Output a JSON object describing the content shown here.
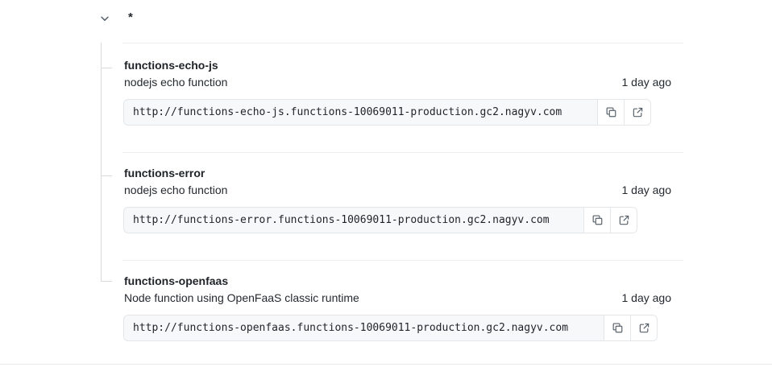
{
  "group": {
    "title": "*",
    "chevron_icon": "chevron-down-icon",
    "expanded": true
  },
  "colors": {
    "text": "#1f2328",
    "muted": "#24292f",
    "field_bg": "#f6f8fa",
    "border": "#e4e7ea",
    "separator": "#eceef0",
    "tree_line": "#d8dadd",
    "icon": "#57606a"
  },
  "icons": {
    "copy": "copy-icon",
    "external_link": "external-link-icon"
  },
  "entries": [
    {
      "name": "functions-echo-js",
      "description": "nodejs echo function",
      "time": "1 day ago",
      "url": "http://functions-echo-js.functions-10069011-production.gc2.nagyv.com"
    },
    {
      "name": "functions-error",
      "description": "nodejs echo function",
      "time": "1 day ago",
      "url": "http://functions-error.functions-10069011-production.gc2.nagyv.com"
    },
    {
      "name": "functions-openfaas",
      "description": "Node function using OpenFaaS classic runtime",
      "time": "1 day ago",
      "url": "http://functions-openfaas.functions-10069011-production.gc2.nagyv.com"
    }
  ]
}
